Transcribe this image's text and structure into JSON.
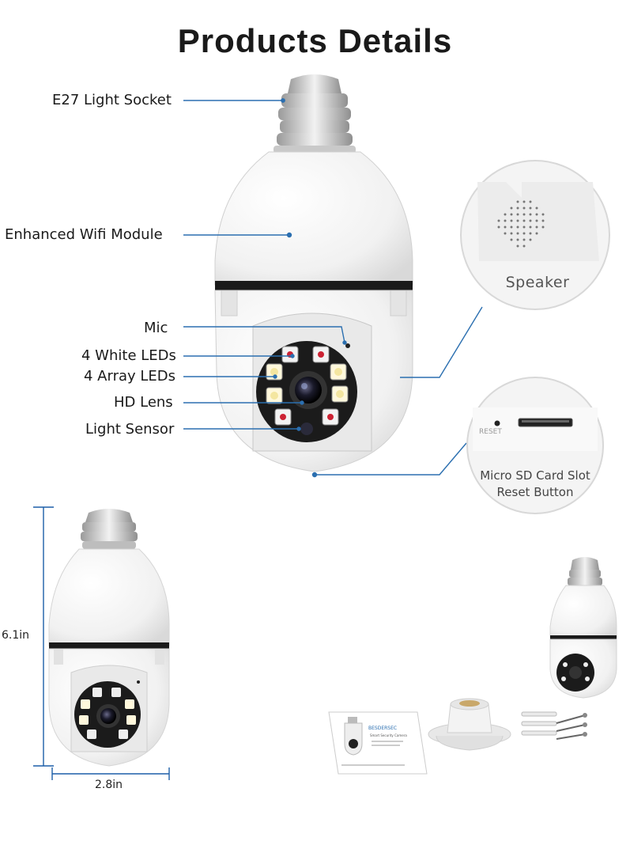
{
  "title": "Products Details",
  "labels": {
    "socket": "E27 Light Socket",
    "wifi": "Enhanced Wifi Module",
    "mic": "Mic",
    "white_leds": "4 White LEDs",
    "array_leds": "4 Array LEDs",
    "lens": "HD Lens",
    "sensor": "Light Sensor"
  },
  "callouts": {
    "speaker": "Speaker",
    "reset_small": "RESET",
    "sd_line1": "Micro SD Card Slot",
    "sd_line2": "Reset Button"
  },
  "dimensions": {
    "height": "6.1in",
    "width": "2.8in"
  },
  "package": {
    "manual_brand": "BESDERSEC",
    "manual_subtitle": "Smart Security Camera"
  },
  "colors": {
    "leader": "#2b6fb0",
    "dim_line": "#1d5fa8",
    "body_white": "#f7f7f7",
    "ring_dark": "#111111"
  }
}
